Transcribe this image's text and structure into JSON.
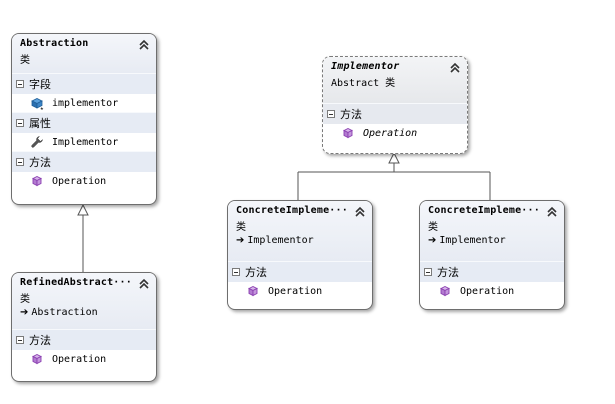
{
  "diagram": {
    "abstraction": {
      "name": "Abstraction",
      "stereotype": "类",
      "sections": {
        "fields": {
          "label": "字段",
          "members": [
            "implementor"
          ]
        },
        "properties": {
          "label": "属性",
          "members": [
            "Implementor"
          ]
        },
        "methods": {
          "label": "方法",
          "members": [
            "Operation"
          ]
        }
      }
    },
    "refined_abstraction": {
      "name": "RefinedAbstract···",
      "stereotype": "类",
      "parent": "Abstraction",
      "sections": {
        "methods": {
          "label": "方法",
          "members": [
            "Operation"
          ]
        }
      }
    },
    "implementor": {
      "name": "Implementor",
      "stereotype": "Abstract 类",
      "sections": {
        "methods": {
          "label": "方法",
          "members": [
            "Operation"
          ]
        }
      }
    },
    "concrete_a": {
      "name": "ConcreteImpleme···",
      "stereotype": "类",
      "parent": "Implementor",
      "sections": {
        "methods": {
          "label": "方法",
          "members": [
            "Operation"
          ]
        }
      }
    },
    "concrete_b": {
      "name": "ConcreteImpleme···",
      "stereotype": "类",
      "parent": "Implementor",
      "sections": {
        "methods": {
          "label": "方法",
          "members": [
            "Operation"
          ]
        }
      }
    },
    "icons": {
      "collapse": "double-chevron-up-icon",
      "field": "field-icon",
      "property": "wrench-icon",
      "method": "method-cube-icon",
      "inherit": "arrow-right-icon"
    },
    "colors": {
      "section_bg": "#e6ebf4",
      "border": "#6e6e6e",
      "method_icon": "#8a3fb0",
      "field_icon": "#2a6fb0"
    }
  }
}
